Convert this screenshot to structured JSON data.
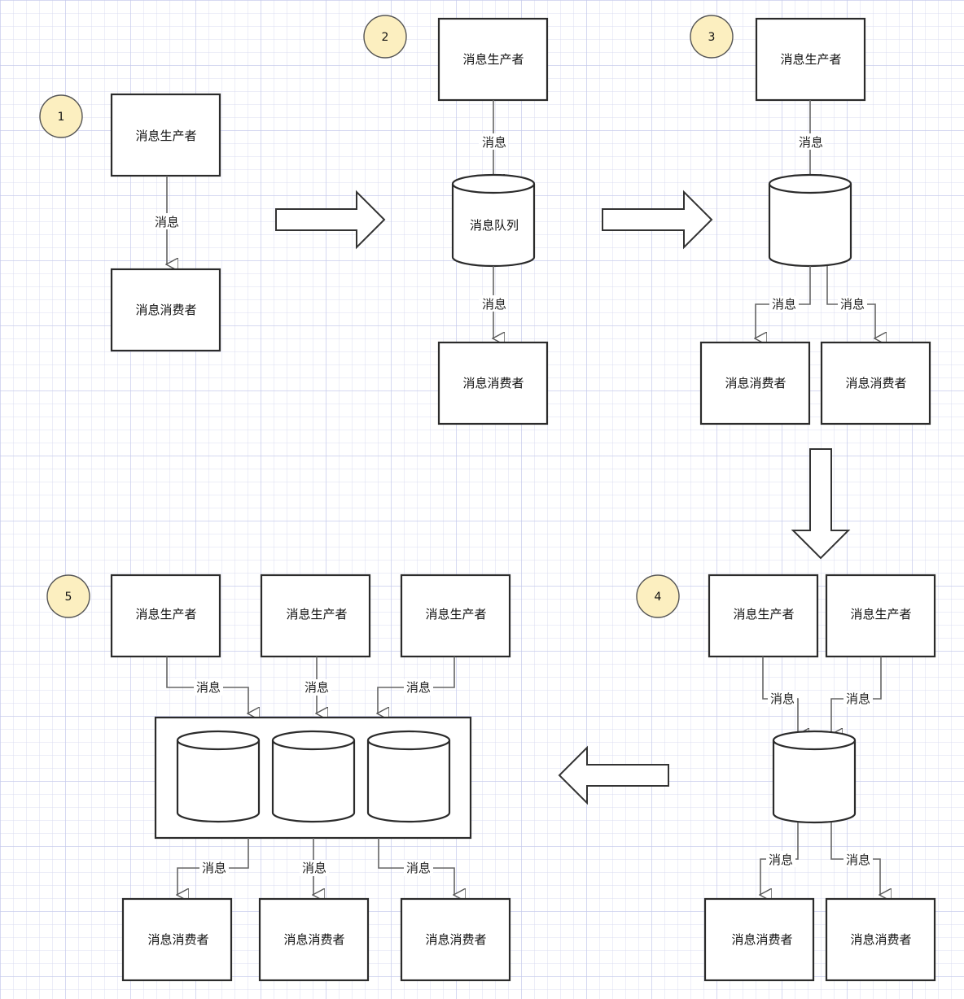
{
  "steps": {
    "s1": "1",
    "s2": "2",
    "s3": "3",
    "s4": "4",
    "s5": "5"
  },
  "labels": {
    "producer": "消息生产者",
    "consumer": "消息消费者",
    "queue": "消息队列",
    "message": "消息"
  },
  "colors": {
    "badge_fill": "#fcefc0",
    "stroke": "#2b2b2b",
    "grid": "#c3c8eb"
  }
}
